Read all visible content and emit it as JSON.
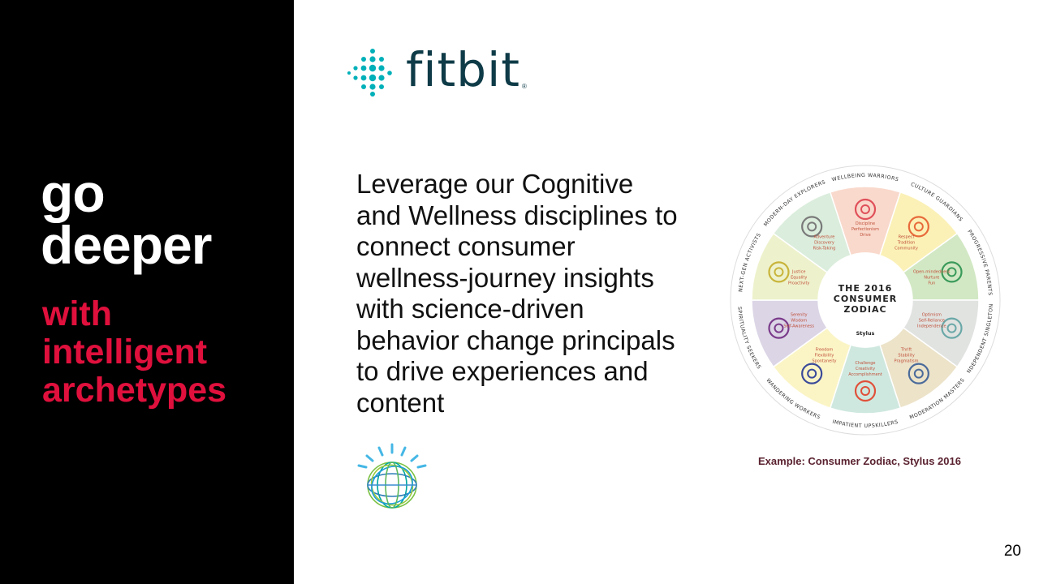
{
  "colors": {
    "accent": "#e0103d",
    "fitbit_teal": "#00b0b9",
    "fitbit_navy": "#0e3b47"
  },
  "headline": {
    "white_lines": [
      "go",
      "deeper"
    ],
    "red_lines": [
      "with",
      "intelligent",
      "archetypes"
    ]
  },
  "logo": {
    "brand": "fitbit",
    "registered_mark": "®",
    "secondary_icon": "ibm-watson-globe-icon"
  },
  "body": {
    "lines": [
      "Leverage our Cognitive",
      "and Wellness disciplines to",
      "connect consumer",
      "wellness-journey insights",
      "with science-driven",
      "behavior change principals",
      "to drive experiences and",
      "content"
    ]
  },
  "zodiac": {
    "center_lines": [
      "THE 2016",
      "CONSUMER",
      "ZODIAC"
    ],
    "center_brand": "Stylus",
    "segments": [
      {
        "name": "WELLBEING WARRIORS",
        "traits": [
          "Discipline",
          "Perfectionism",
          "Drive"
        ],
        "color": "#f9d9cc",
        "icon": "heart-lotus-icon"
      },
      {
        "name": "CULTURE GUARDIANS",
        "traits": [
          "Respect",
          "Tradition",
          "Community"
        ],
        "color": "#fbf1b7",
        "icon": "eye-icon"
      },
      {
        "name": "PROGRESSIVE PARENTS",
        "traits": [
          "Open-mindedness",
          "Nurture",
          "Fun"
        ],
        "color": "#d2e8c4",
        "icon": "spiral-icon"
      },
      {
        "name": "INDEPENDENT SINGLETONS",
        "traits": [
          "Optimism",
          "Self-Reliance",
          "Independence"
        ],
        "color": "#e1e3e1",
        "icon": "circles-icon"
      },
      {
        "name": "MODERATION MASTERS",
        "traits": [
          "Thrift",
          "Stability",
          "Pragmatism"
        ],
        "color": "#ece3c9",
        "icon": "scales-icon"
      },
      {
        "name": "IMPATIENT UPSKILLERS",
        "traits": [
          "Challenge",
          "Creativity",
          "Accomplishment"
        ],
        "color": "#cfe8df",
        "icon": "crosshatch-icon"
      },
      {
        "name": "WANDERING WORKERS",
        "traits": [
          "Freedom",
          "Flexibility",
          "Spontaneity"
        ],
        "color": "#fbf5c6",
        "icon": "zigzag-arrow-icon"
      },
      {
        "name": "SPIRITUALITY SEEKERS",
        "traits": [
          "Serenity",
          "Wisdom",
          "Self-Awareness"
        ],
        "color": "#dcd5e6",
        "icon": "overlapping-rings-icon"
      },
      {
        "name": "NEXT-GEN ACTIVISTS",
        "traits": [
          "Justice",
          "Equality",
          "Proactivity"
        ],
        "color": "#eef2cc",
        "icon": "leaf-arrows-icon"
      },
      {
        "name": "MODERN-DAY EXPLORERS",
        "traits": [
          "Adventure",
          "Discovery",
          "Risk-Taking"
        ],
        "color": "#dbeddc",
        "icon": "triangles-icon"
      }
    ]
  },
  "caption": "Example: Consumer Zodiac, Stylus 2016",
  "page_number": "20"
}
